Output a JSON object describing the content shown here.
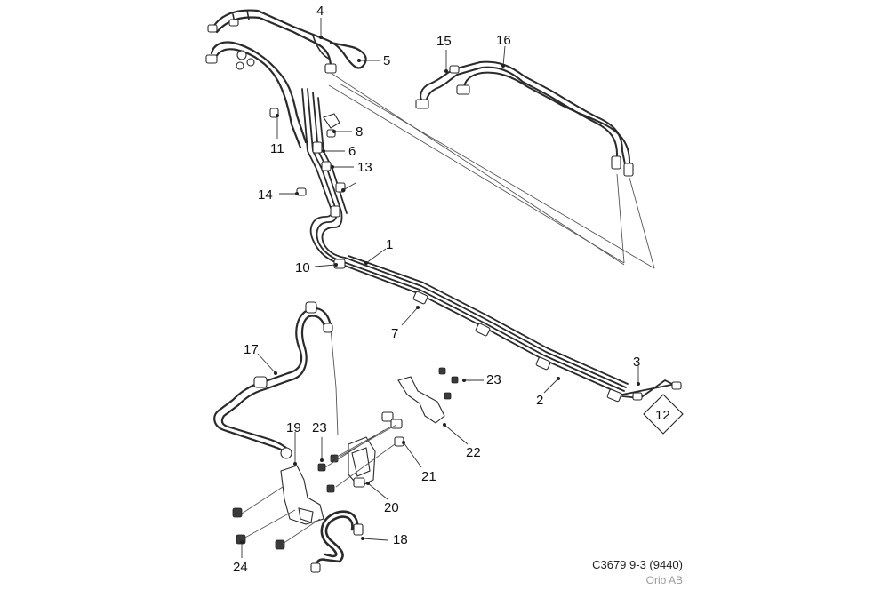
{
  "callouts": [
    "1",
    "2",
    "3",
    "4",
    "5",
    "6",
    "7",
    "8",
    "10",
    "11",
    "12",
    "13",
    "14",
    "15",
    "16",
    "17",
    "18",
    "19",
    "20",
    "21",
    "22",
    "23",
    "23",
    "24"
  ],
  "caption": {
    "reference": "C3679 9-3 (9440)",
    "owner": "Orio AB"
  }
}
